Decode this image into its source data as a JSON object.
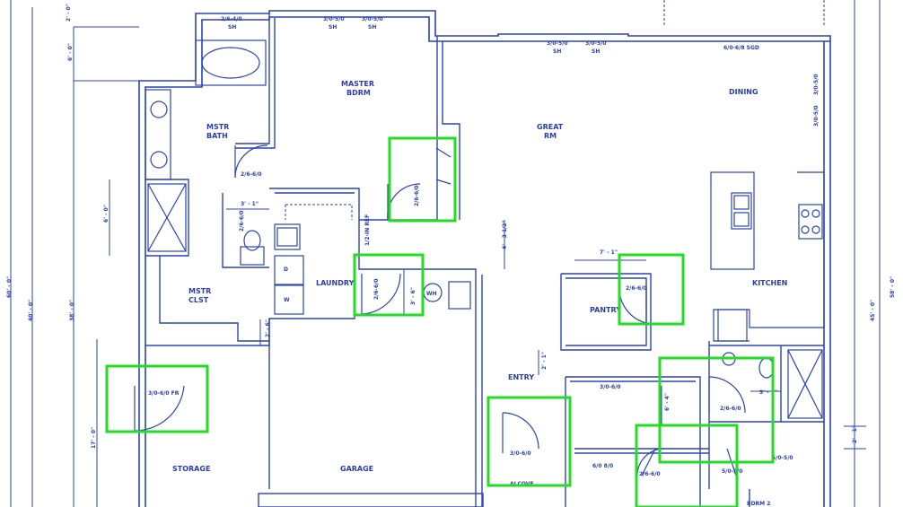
{
  "colors": {
    "ink": "#2b44b4",
    "detection": "#22dd22",
    "background": "#ffffff"
  },
  "rooms": {
    "master_bdrm": [
      "MASTER",
      "BDRM"
    ],
    "mstr_bath": [
      "MSTR",
      "BATH"
    ],
    "mstr_clst": [
      "MSTR",
      "CLST"
    ],
    "great_rm": [
      "GREAT",
      "RM"
    ],
    "dining": "DINING",
    "kitchen": "KITCHEN",
    "laundry": "LAUNDRY",
    "pantry": "PANTRY",
    "entry": "ENTRY",
    "storage": "STORAGE",
    "garage": "GARAGE",
    "alcove": "ALCOVE",
    "bdrm2": "BDRM 2"
  },
  "door_labels": {
    "d1": "2/6-6/0",
    "d2": "2/6-6/0",
    "d3": "2/6-6/0",
    "d4": "2/6-6/0",
    "d5": "3/0-6/0 FR",
    "d6": "3/0-6/0",
    "d7": "2/6-6/0",
    "d8": "2/6-6/0",
    "d9": "3/0-6/0",
    "d10": "6/0 8/0",
    "d11": "2/6-6/0",
    "d12": "5/0-5/0"
  },
  "window_labels": {
    "w1": [
      "2/6-4/0",
      "SH"
    ],
    "w2": [
      "3/0-5/0",
      "SH"
    ],
    "w3": [
      "3/0-5/0",
      "SH"
    ],
    "w4": [
      "3/0-5/0",
      "SH"
    ],
    "w5": [
      "3/0-5/0",
      "SH"
    ],
    "w6": "6/0-6/8 SGD",
    "w7": "3/0-5/0",
    "w8": "3/0-5/0",
    "w9": "5/0-5/0"
  },
  "fixtures": {
    "water_heater": "WH",
    "refrigerator": "1/2-IN REF",
    "dryer": "D",
    "washer": "W"
  },
  "dimensions": {
    "d_2_0": "2' - 0\"",
    "d_6_0_left": "6' - 0\"",
    "d_6_0_shower": "6' - 0\"",
    "d_3_1": "3' - 1\"",
    "d_4_3": "4' - 3 1/2\"",
    "d_2_6": "2' - 6\"",
    "d_3_6": "3' - 6\"",
    "d_7_1": "7' - 1\"",
    "d_2_1": "2' - 1\"",
    "d_6_4": "6' - 4\"",
    "d_9_1": "9' - 1\"",
    "d_2_1b": "2' - 1\"",
    "d_17_0": "17' - 0\"",
    "d_60_0": "60' - 0\"",
    "d_40_0": "40' - 0\"",
    "d_38_0": "38' - 0\"",
    "d_45_0": "45' - 0\"",
    "d_58_0": "58' - 0\""
  }
}
